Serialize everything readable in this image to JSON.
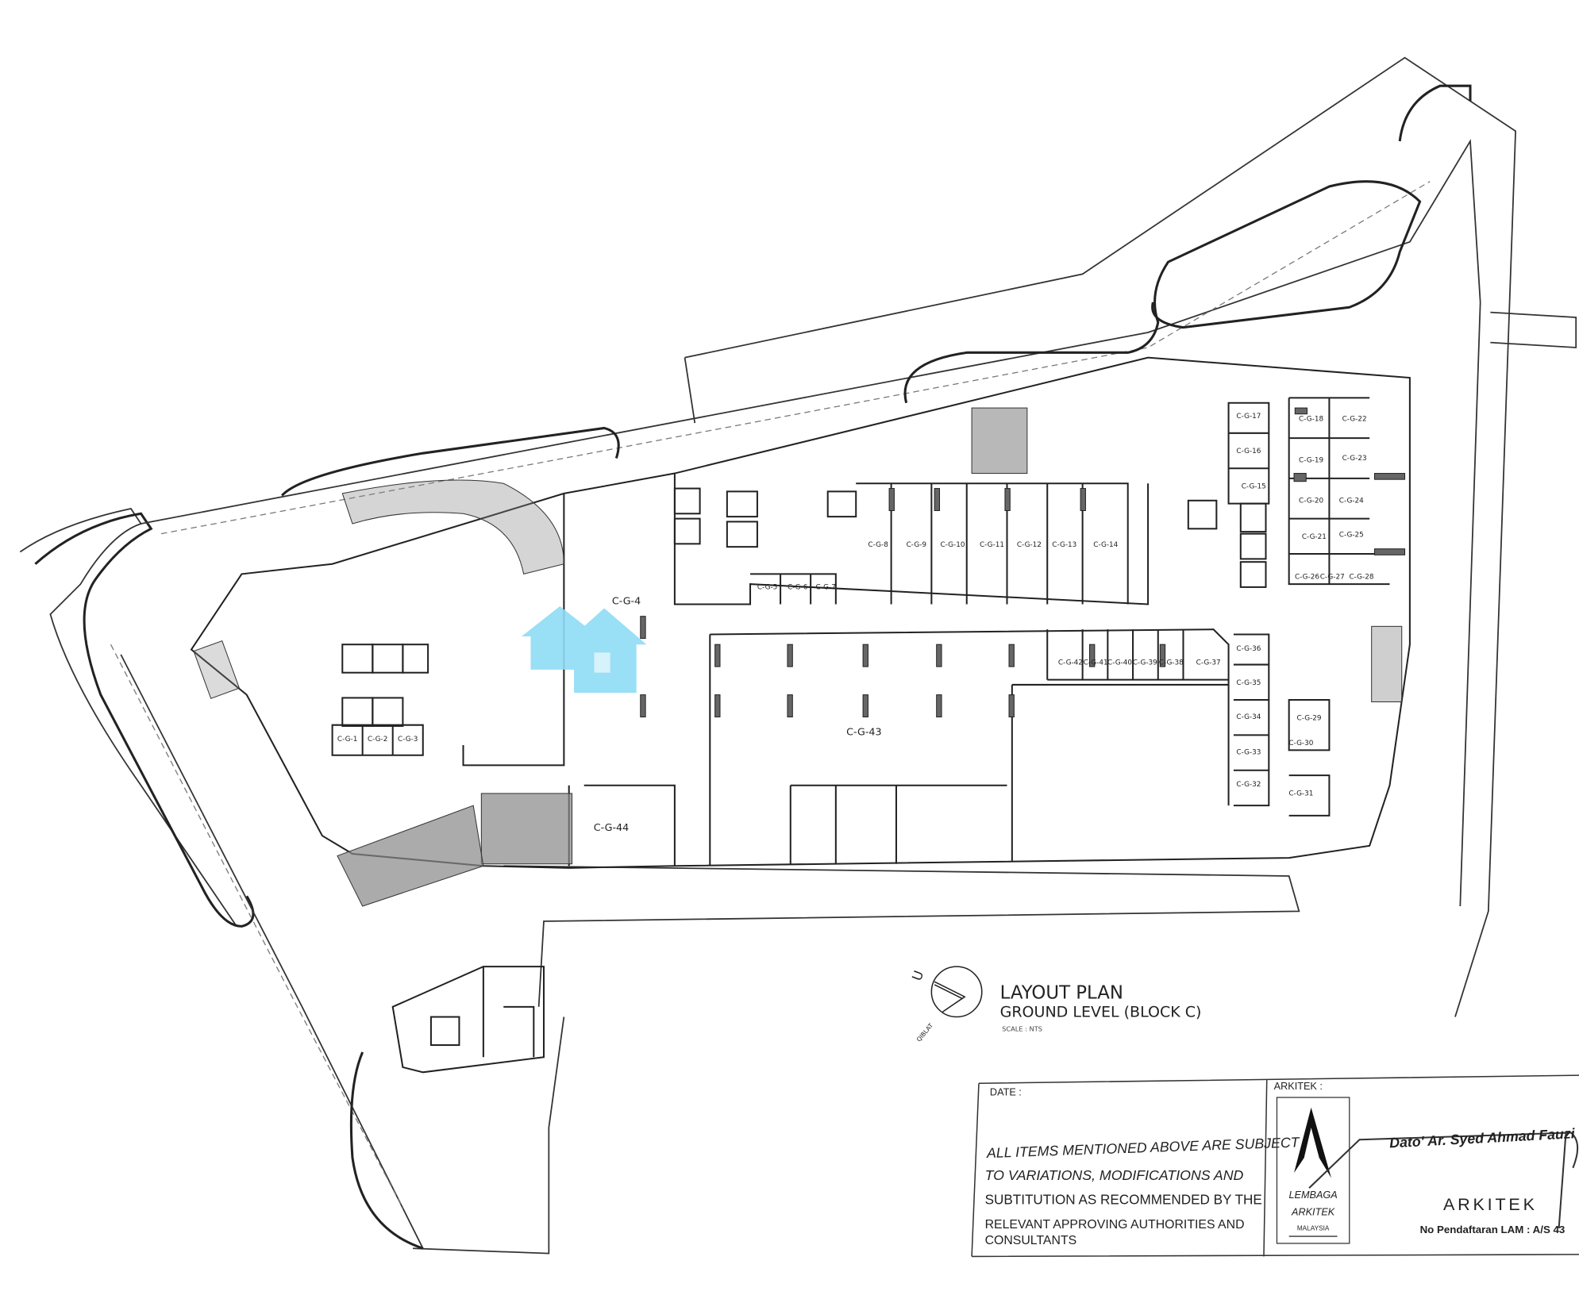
{
  "plan": {
    "title": "LAYOUT PLAN",
    "subtitle": "GROUND LEVEL (BLOCK C)",
    "scale": "SCALE : NTS",
    "north_label": "U",
    "qiblat_label": "QIBLAT"
  },
  "units": {
    "g1": "C-G-1",
    "g2": "C-G-2",
    "g3": "C-G-3",
    "g4": "C-G-4",
    "g5": "C-G-5",
    "g6": "C-G-6",
    "g7": "C-G-7",
    "g8": "C-G-8",
    "g9": "C-G-9",
    "g10": "C-G-10",
    "g11": "C-G-11",
    "g12": "C-G-12",
    "g13": "C-G-13",
    "g14": "C-G-14",
    "g15": "C-G-15",
    "g16": "C-G-16",
    "g17": "C-G-17",
    "g18": "C-G-18",
    "g19": "C-G-19",
    "g20": "C-G-20",
    "g21": "C-G-21",
    "g22": "C-G-22",
    "g23": "C-G-23",
    "g24": "C-G-24",
    "g25": "C-G-25",
    "g26": "C-G-26",
    "g27": "C-G-27",
    "g28": "C-G-28",
    "g29": "C-G-29",
    "g30": "C-G-30",
    "g31": "C-G-31",
    "g32": "C-G-32",
    "g33": "C-G-33",
    "g34": "C-G-34",
    "g35": "C-G-35",
    "g36": "C-G-36",
    "g37": "C-G-37",
    "g38": "C-G-38",
    "g39": "C-G-39",
    "g40": "C-G-40",
    "g41": "C-G-41",
    "g42": "C-G-42",
    "g43": "C-G-43",
    "g44": "C-G-44"
  },
  "title_block": {
    "date_label": "DATE :",
    "note_lines": [
      "ALL ITEMS MENTIONED ABOVE ARE SUBJECT",
      "TO VARIATIONS, MODIFICATIONS AND",
      "SUBTITUTION AS RECOMMENDED BY THE",
      "RELEVANT APPROVING AUTHORITIES AND",
      "CONSULTANTS"
    ],
    "arkitek_label": "ARKITEK :",
    "logo_lines": [
      "LEMBAGA",
      "ARKITEK",
      "MALAYSIA"
    ],
    "architect_name": "Dato' Ar. Syed Ahmad Fauzi B. Syed",
    "architect_role": "ARKITEK",
    "registration": "No Pendaftaran LAM : A/S 43"
  },
  "colors": {
    "watermark": "#8fdcf5",
    "ink": "#222222"
  }
}
